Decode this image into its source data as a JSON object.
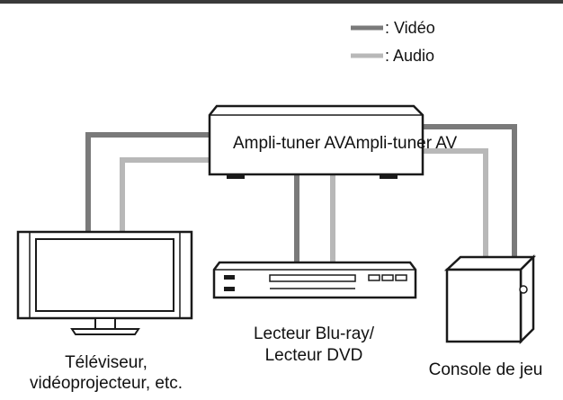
{
  "legend": {
    "video_label": ": Vidéo",
    "audio_label": ": Audio"
  },
  "colors": {
    "video_cable": "#7a7a7a",
    "audio_cable": "#b8b8b8",
    "device_stroke": "#1a1a1a",
    "top_rule": "#3a3a3a"
  },
  "receiver": {
    "label": "Ampli-tuner AVAmpli-tuner AV"
  },
  "tv": {
    "label_line1": "Téléviseur,",
    "label_line2": "vidéoprojecteur, etc."
  },
  "player": {
    "label_line1": "Lecteur Blu-ray/",
    "label_line2": "Lecteur DVD"
  },
  "console": {
    "label": "Console de jeu"
  }
}
